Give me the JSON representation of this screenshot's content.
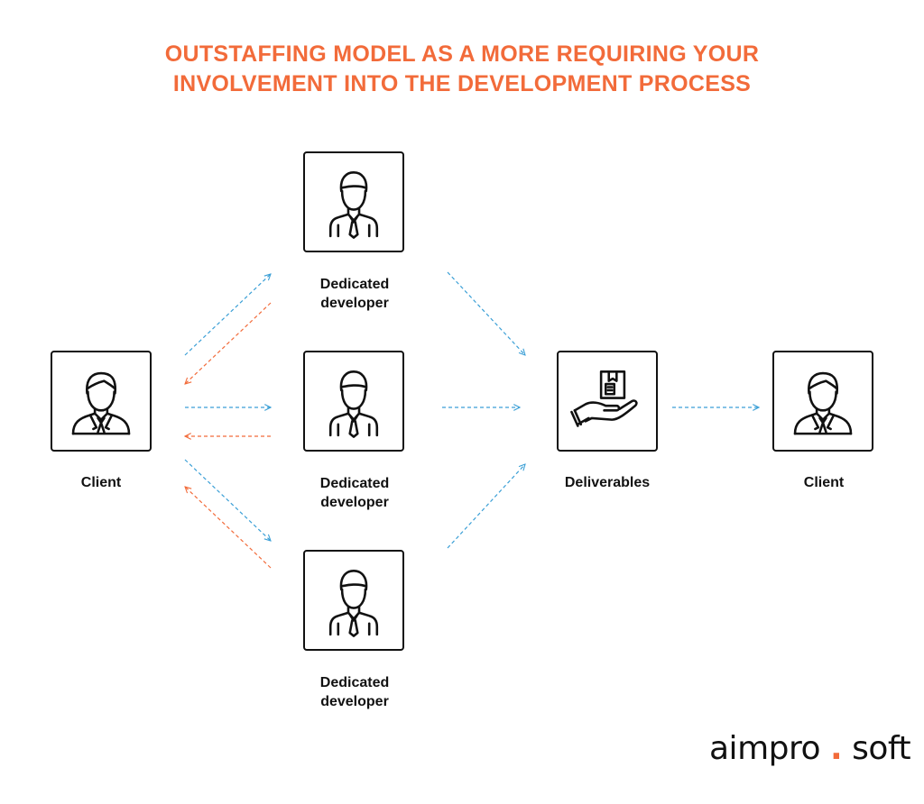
{
  "title": {
    "line1": "OUTSTAFFING MODEL AS A MORE REQUIRING YOUR",
    "line2": "INVOLVEMENT INTO THE DEVELOPMENT PROCESS"
  },
  "nodes": {
    "client_left": {
      "label": "Client",
      "icon": "businessman-icon"
    },
    "dev_top": {
      "label_line1": "Dedicated",
      "label_line2": "developer",
      "icon": "developer-icon"
    },
    "dev_middle": {
      "label_line1": "Dedicated",
      "label_line2": "developer",
      "icon": "developer-icon"
    },
    "dev_bottom": {
      "label_line1": "Dedicated",
      "label_line2": "developer",
      "icon": "developer-icon"
    },
    "deliverables": {
      "label": "Deliverables",
      "icon": "hand-with-box-icon"
    },
    "client_right": {
      "label": "Client",
      "icon": "businessman-icon"
    }
  },
  "colors": {
    "title": "#f26b3a",
    "arrow_forward": "#3a9fd6",
    "arrow_backward": "#f26b3a"
  },
  "logo": {
    "part1": "aimpro",
    "dot": ".",
    "part2": "soft"
  }
}
